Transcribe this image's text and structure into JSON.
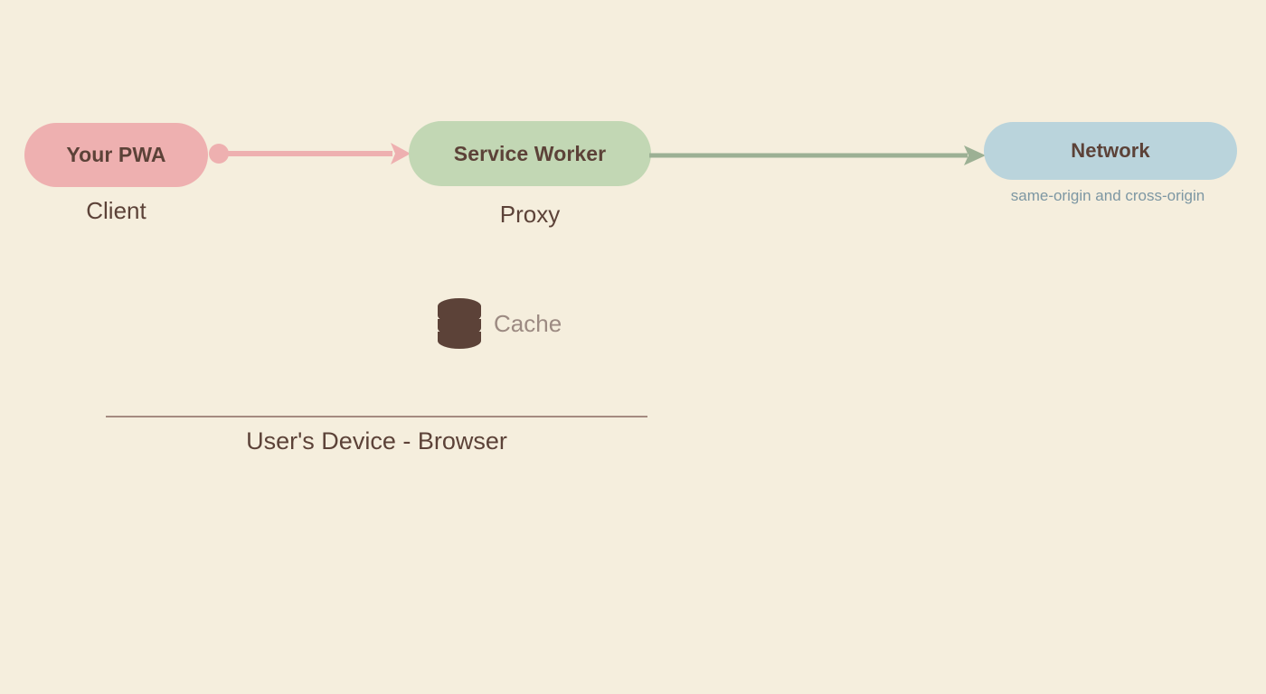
{
  "diagram": {
    "background_color": "#f5eedd",
    "nodes": [
      {
        "id": "pwa",
        "label": "Your PWA",
        "caption": "Client",
        "fill": "#eeb0b0",
        "text_color": "#5c4238"
      },
      {
        "id": "service-worker",
        "label": "Service Worker",
        "caption": "Proxy",
        "fill": "#c2d7b4",
        "text_color": "#5c4238"
      },
      {
        "id": "network",
        "label": "Network",
        "caption": "same-origin and cross-origin",
        "fill": "#bad4dc",
        "text_color": "#5c4238",
        "caption_color": "#7d97a3"
      }
    ],
    "connectors": [
      {
        "id": "pwa-to-service-worker",
        "from": "pwa",
        "to": "service-worker",
        "color": "#eeb0b0",
        "start_marker": "dot",
        "end_marker": "arrow"
      },
      {
        "id": "service-worker-to-network",
        "from": "service-worker",
        "to": "network",
        "color": "#9cb094",
        "start_marker": "none",
        "end_marker": "arrow"
      }
    ],
    "storage": {
      "icon": "database-icon",
      "label": "Cache",
      "icon_color": "#5c4238",
      "label_color": "#9c8a82"
    },
    "boundary": {
      "label": "User's Device - Browser",
      "line_color": "#a58b80",
      "text_color": "#5c4238"
    }
  }
}
